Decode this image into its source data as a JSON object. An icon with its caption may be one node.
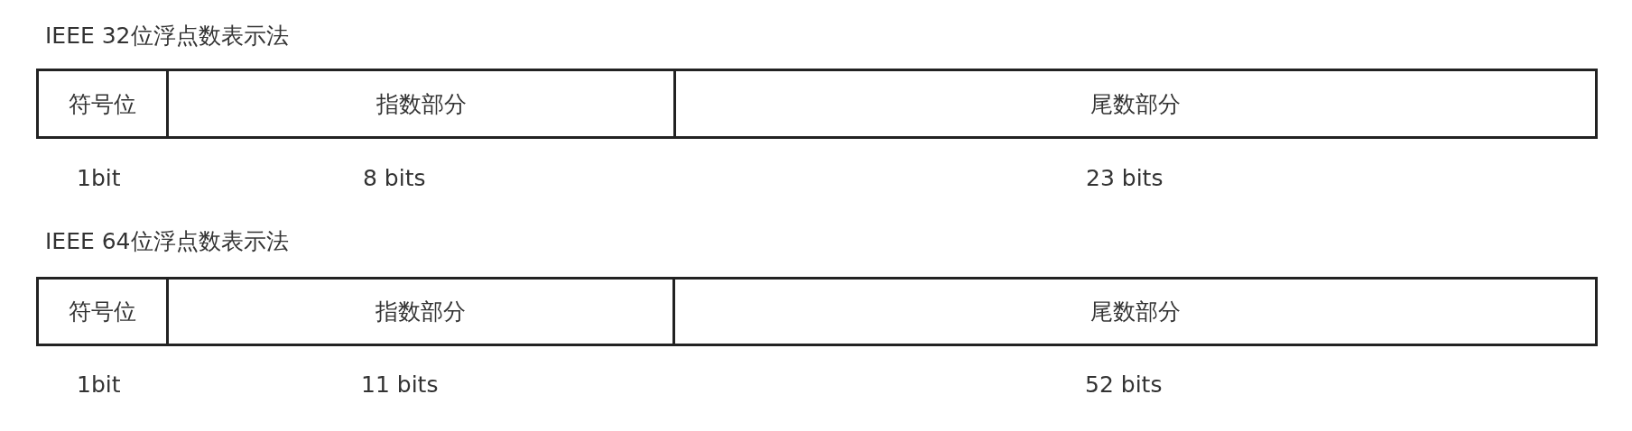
{
  "diagram": {
    "nodes": [
      {
        "text": [
          "IEEE 32位浮点数表示法"
        ]
      },
      {
        "text": [
          "符号位"
        ],
        "in": 0,
        "beside": [
          "1bit"
        ]
      },
      {
        "text": [
          "指数部分"
        ],
        "in": 0,
        "beside": [
          "8 bits"
        ]
      },
      {
        "text": [
          "尾数部分"
        ],
        "in": 0,
        "beside": [
          "23 bits"
        ]
      },
      {
        "text": [
          "IEEE 64位浮点数表示法"
        ]
      },
      {
        "text": [
          "符号位"
        ],
        "in": 4,
        "beside": [
          "1bit"
        ]
      },
      {
        "text": [
          "指数部分"
        ],
        "in": 4,
        "beside": [
          "11 bits"
        ]
      },
      {
        "text": [
          "尾数部分"
        ],
        "in": 4,
        "beside": [
          "52 bits"
        ]
      }
    ]
  }
}
